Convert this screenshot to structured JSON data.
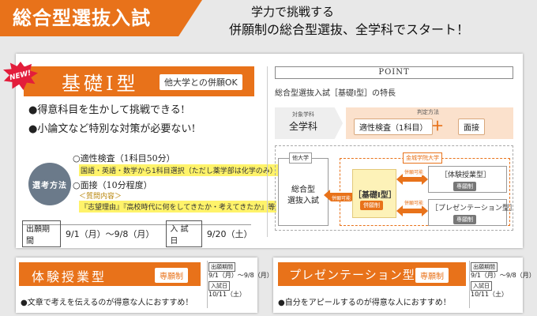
{
  "header": {
    "title": "総合型選抜入試",
    "sub1": "学力で挑戦する",
    "sub2": "併願制の総合型選抜、全学科でスタート！"
  },
  "main": {
    "new_badge": "NEW!",
    "title": "基礎Ⅰ型",
    "heigan": "他大学との併願OK",
    "bullets": [
      "●得意科目を生かして挑戦できる!",
      "●小論文など特別な対策が必要ない!"
    ],
    "method_label": "選考方法",
    "method1": "○適性検査（1科目50分）",
    "method1_detail": "国語・英語・数学から1科目選択（ただし薬学部は化学のみ）",
    "method2": "○面接（10分程度）",
    "method2_detail1": "＜質問内容＞",
    "method2_detail2": "『志望理由』『高校時代に何をしてきたか・考えてきたか』等",
    "schedule": {
      "period_label": "出願期間",
      "period_value": "9/1（月）～9/8（月）",
      "exam_label": "入 試 日",
      "exam_value": "9/20（土）"
    }
  },
  "point": {
    "title": "POINT",
    "desc": "総合型選抜入試［基礎Ⅰ型］の特長",
    "target_label": "対象学科",
    "target_value": "全学科",
    "judge_label": "判定方法",
    "judge1": "適性検査（1科目）",
    "plus": "＋",
    "judge2": "面接",
    "other_tag": "他大学",
    "sogo_line1": "総合型",
    "sogo_line2": "選抜入試",
    "uni_tag": "金城学院大学",
    "kiso_card_title": "［基礎Ⅰ型］",
    "kiso_card_badge": "併願制",
    "arrow_label": "併願可能",
    "sub1_title": "［体験授業型］",
    "sub1_badge": "専願制",
    "sub2_title": "［プレゼンテーション型］",
    "sub2_badge": "専願制"
  },
  "cards": [
    {
      "title": "体験授業型",
      "badge": "専願制",
      "line": "●文章で考えを伝えるのが得意な人におすすめ！",
      "period_label": "出願期間",
      "period_value": "9/1（月）～9/8（月）",
      "exam_label": "入試日",
      "exam_value": "10/11（土）"
    },
    {
      "title": "プレゼンテーション型",
      "badge": "専願制",
      "line": "●自分をアピールするのが得意な人におすすめ！",
      "period_label": "出願期間",
      "period_value": "9/1（月）～9/8（月）",
      "exam_label": "入試日",
      "exam_value": "10/11（土）"
    }
  ],
  "colors": {
    "accent": "#e8721a",
    "new_red": "#e31d3b",
    "highlight": "#fff36a",
    "method_gray": "#6b7a8a"
  }
}
